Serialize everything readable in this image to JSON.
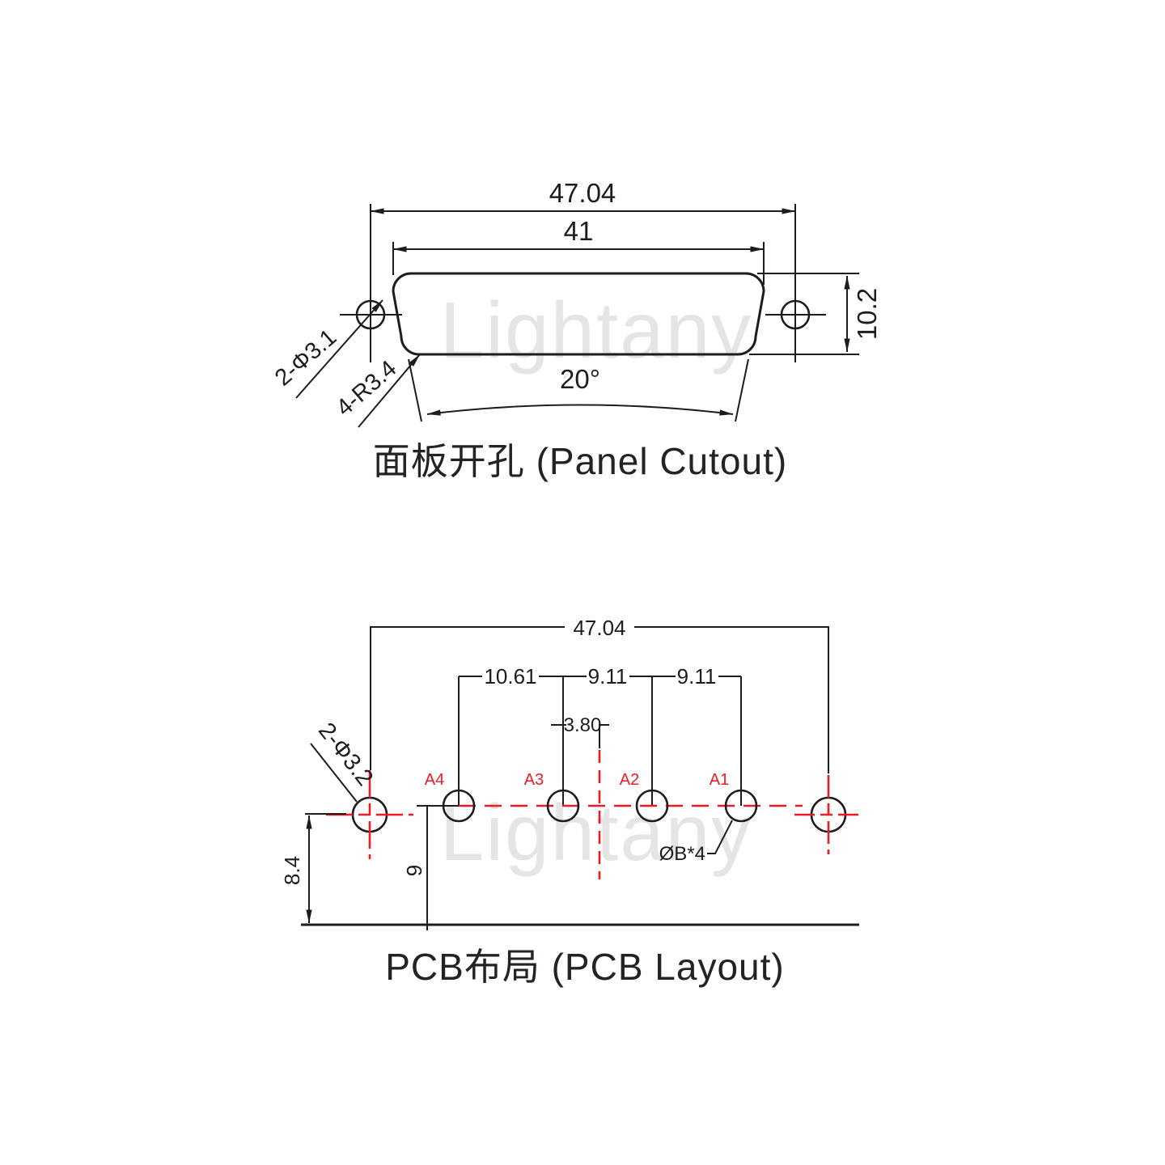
{
  "watermark": "Lightany",
  "panel": {
    "caption": "面板开孔 (Panel Cutout)",
    "dim_overall": "47.04",
    "dim_body": "41",
    "dim_height": "10.2",
    "dim_angle": "20°",
    "label_holes": "2-Φ3.1",
    "label_corner_radius": "4-R3.4"
  },
  "pcb": {
    "caption": "PCB布局 (PCB Layout)",
    "dim_overall": "47.04",
    "dim_a4_a3": "10.61",
    "dim_a3_a2": "9.11",
    "dim_a2_a1": "9.11",
    "dim_center_offset": "3.80",
    "dim_hole_height": "8.4",
    "dim_pad_height": "9",
    "label_holes": "2-Φ3.2",
    "label_pad_diameter": "ØB*4",
    "pads": [
      {
        "label": "A1"
      },
      {
        "label": "A2"
      },
      {
        "label": "A3"
      },
      {
        "label": "A4"
      }
    ]
  },
  "colors": {
    "line": "#1d1d1d",
    "accent_red": "#ed1c24",
    "watermark": "#e5e5e5",
    "background": "#ffffff"
  }
}
